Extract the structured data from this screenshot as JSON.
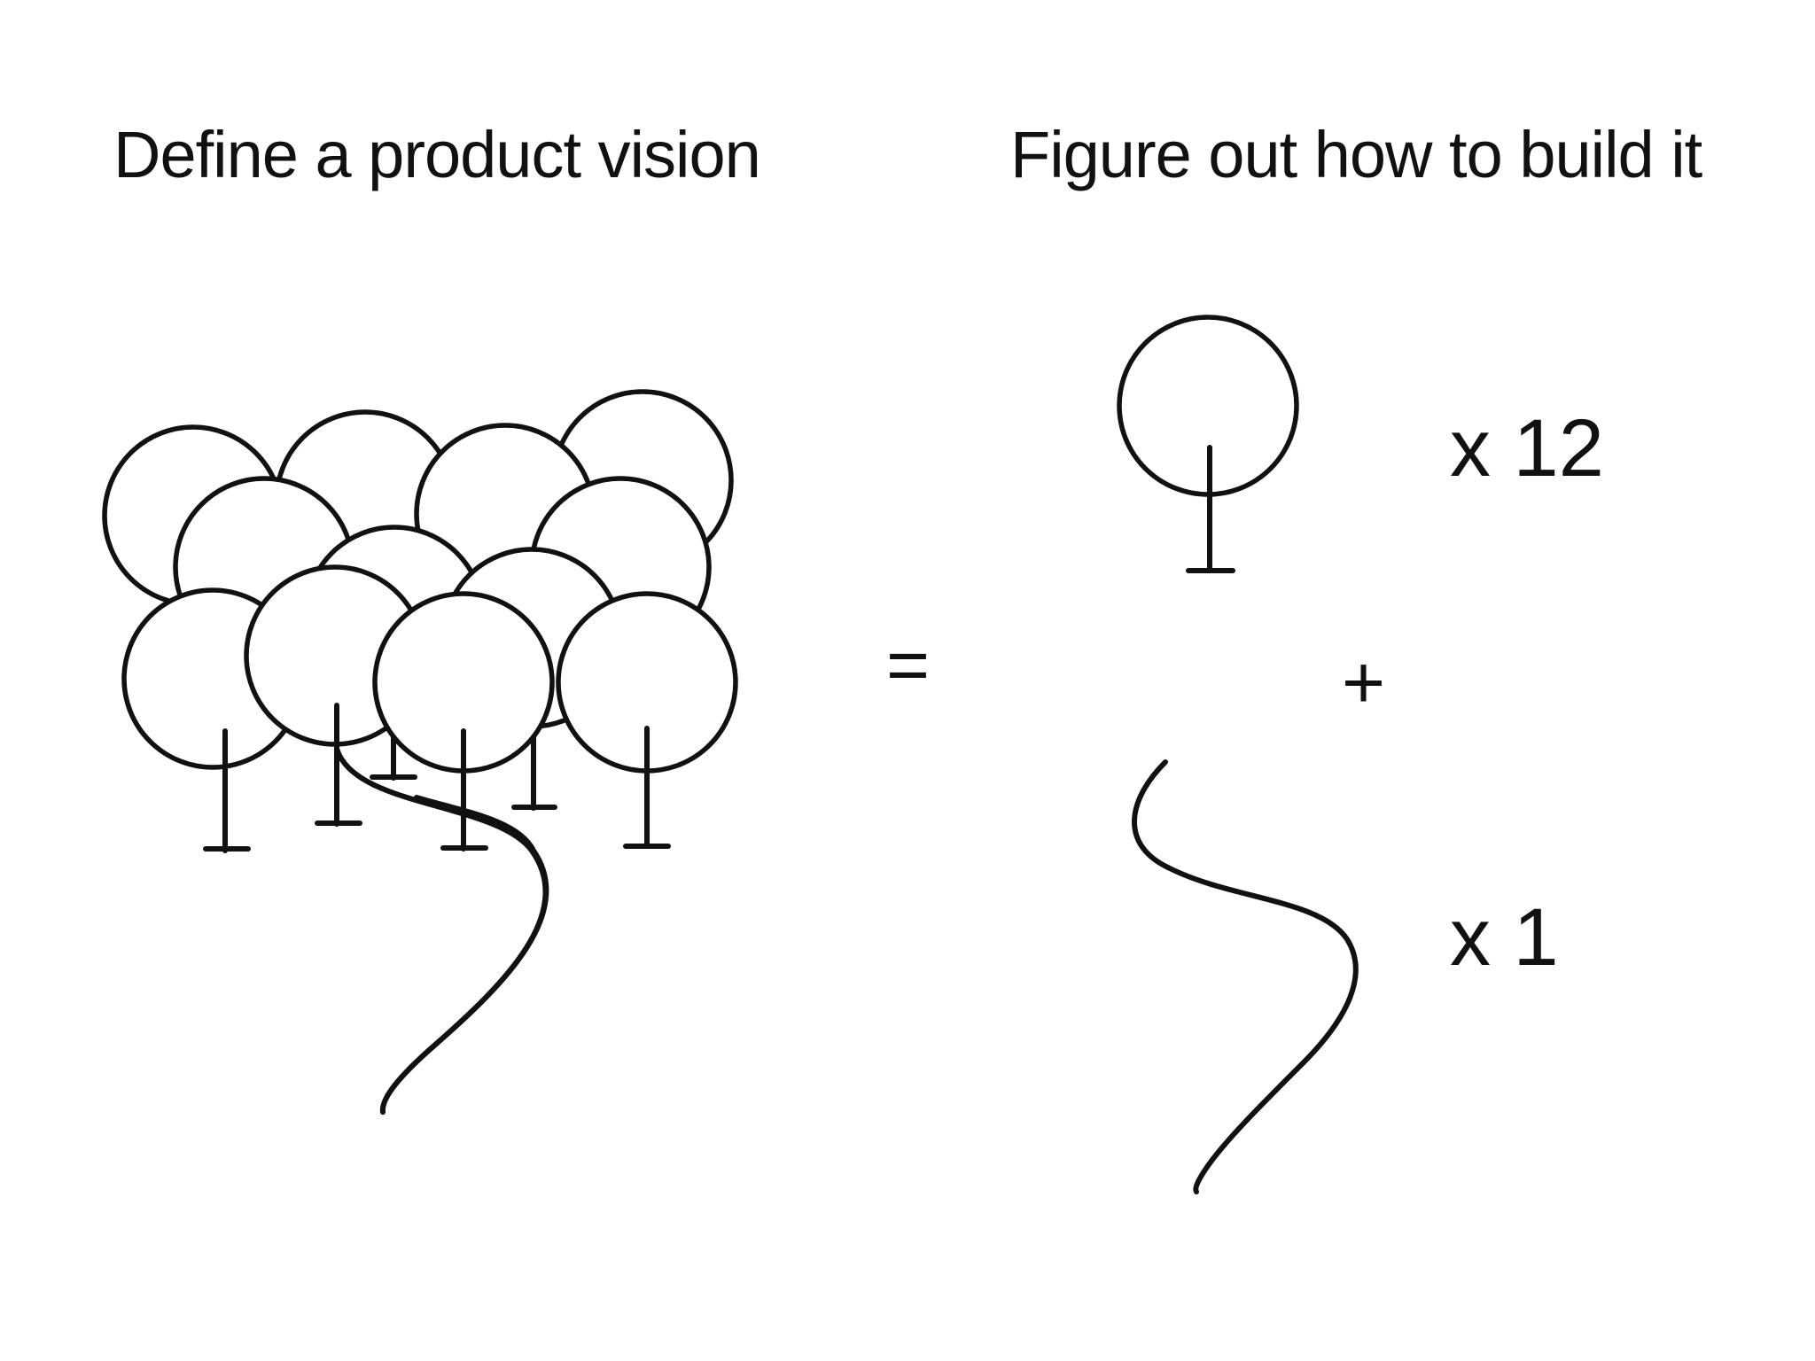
{
  "left_heading": "Define a product vision",
  "right_heading": "Figure out how to build it",
  "equals": "=",
  "plus": "+",
  "trees_multiplier": "x 12",
  "path_multiplier": "x 1",
  "icons": {
    "forest": "forest-with-path-icon",
    "single_tree": "tree-icon",
    "path": "winding-path-icon"
  },
  "colors": {
    "background": "#ffffff",
    "ink": "#111111"
  }
}
